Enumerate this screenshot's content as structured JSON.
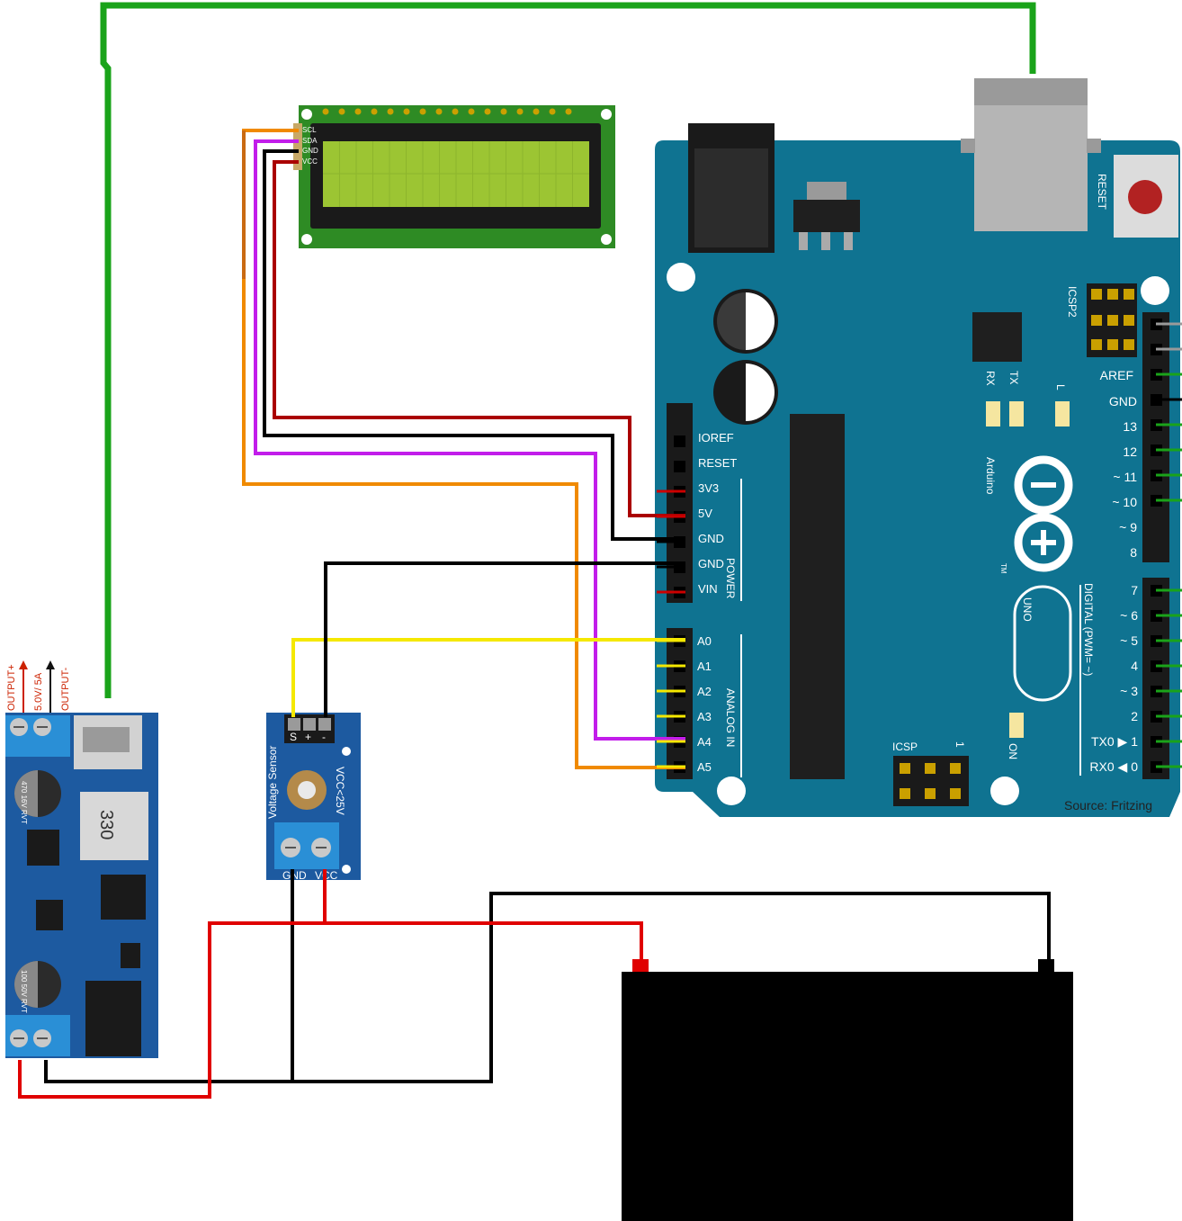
{
  "source": "Source: Fritzing",
  "colors": {
    "board": "#0f7391",
    "wire_green": "#1aa31a",
    "wire_red": "#cc0000",
    "wire_black": "#000000",
    "wire_yellow": "#f5e800",
    "wire_purple": "#c21dea",
    "wire_orange": "#f08a00",
    "lcd_pcb": "#2e8b24",
    "lcd_screen": "#9cc533",
    "module_blue": "#1d5aa0"
  },
  "lcd": {
    "pins": [
      "SCL",
      "SDA",
      "GND",
      "VCC"
    ]
  },
  "arduino": {
    "brand": "Arduino",
    "model": "UNO",
    "tm": "TM",
    "reset": "RESET",
    "icsp2": "ICSP2",
    "icsp": "ICSP",
    "icsp_pin": "1",
    "on": "ON",
    "rx": "RX",
    "tx": "TX",
    "l": "L",
    "power_header": "POWER",
    "analog_header": "ANALOG IN",
    "digital_header": "DIGITAL (PWM= ~)",
    "power_pins": [
      "IOREF",
      "RESET",
      "3V3",
      "5V",
      "GND",
      "GND",
      "VIN"
    ],
    "analog_pins": [
      "A0",
      "A1",
      "A2",
      "A3",
      "A4",
      "A5"
    ],
    "digital_high": [
      "AREF",
      "GND",
      "13",
      "12",
      "~ 11",
      "~ 10",
      "~ 9",
      "8"
    ],
    "digital_low": [
      "7",
      "~ 6",
      "~ 5",
      "4",
      "~ 3",
      "2",
      "TX0 ▶ 1",
      "RX0 ◀ 0"
    ]
  },
  "voltage_sensor": {
    "title": "Voltage Sensor",
    "rating": "VCC<25V",
    "pins": [
      "S",
      "+",
      "-"
    ],
    "terminals": [
      "GND",
      "VCC"
    ]
  },
  "buck": {
    "out_plus": "OUTPUT+",
    "spec": "5.0V/ 5A",
    "out_minus": "OUTPUT-",
    "inductor": "330",
    "cap1": "470 16V RVT",
    "cap2": "100 50V RVT"
  }
}
